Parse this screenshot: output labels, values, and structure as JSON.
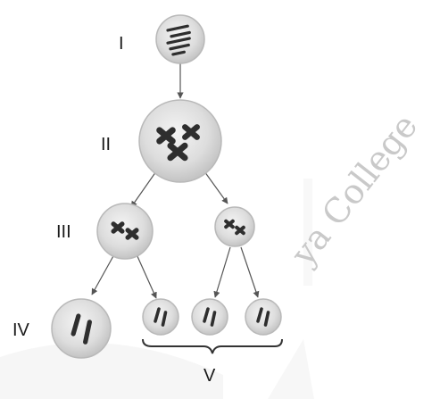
{
  "labels": {
    "stage_1": "I",
    "stage_2": "II",
    "stage_3": "III",
    "stage_4": "IV",
    "stage_5": "V"
  },
  "watermark": {
    "text": "ya College"
  },
  "colors": {
    "cell_fill_center": "#f2f2f2",
    "cell_fill_edge": "#c4c4c4",
    "cell_outline": "#b9b9b9",
    "chromosome": "#2e2e2e",
    "arrow": "#555555",
    "watermark": "#c9c9c9"
  }
}
